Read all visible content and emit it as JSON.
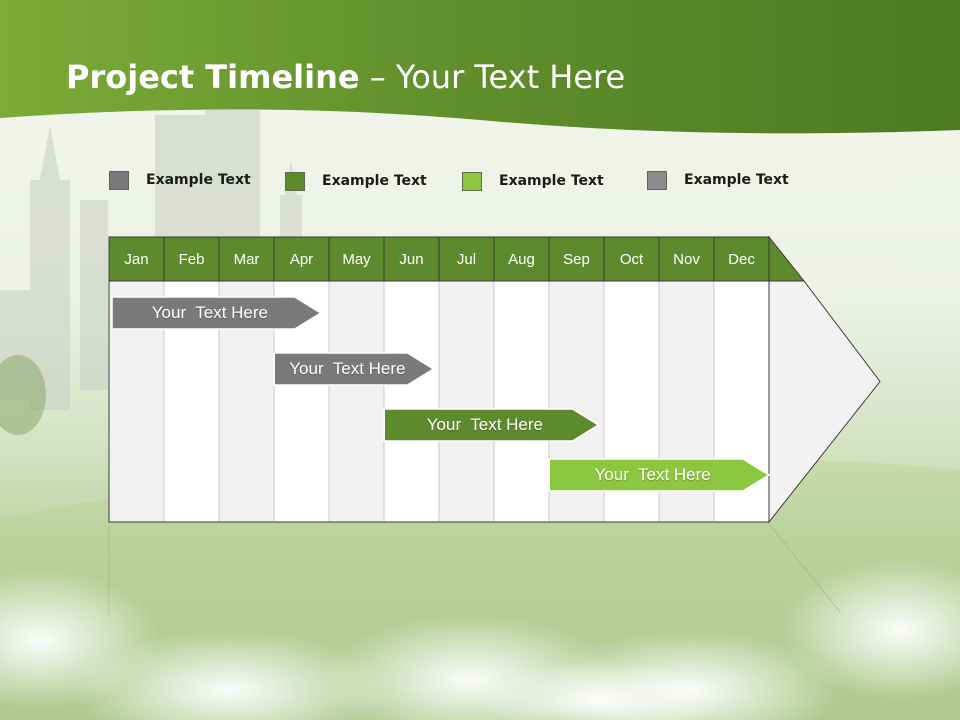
{
  "title": {
    "bold": "Project Timeline",
    "rest": " – Your Text Here"
  },
  "legend": [
    {
      "label": "Example Text",
      "color": "#7a7a7a"
    },
    {
      "label": "Example Text",
      "color": "#5e8a2e"
    },
    {
      "label": "Example Text",
      "color": "#8dc63f"
    },
    {
      "label": "Example Text",
      "color": "#8c8c8c"
    }
  ],
  "months": [
    "Jan",
    "Feb",
    "Mar",
    "Apr",
    "May",
    "Jun",
    "Jul",
    "Aug",
    "Sep",
    "Oct",
    "Nov",
    "Dec"
  ],
  "tasks": [
    {
      "label": "Your  Text Here",
      "color": "#7a7a7a",
      "start_month": 0,
      "end_month": 3.85
    },
    {
      "label": "Your  Text Here",
      "color": "#7a7a7a",
      "start_month": 2.95,
      "end_month": 5.9
    },
    {
      "label": "Your  Text Here",
      "color": "#5e8a2e",
      "start_month": 4.95,
      "end_month": 8.9
    },
    {
      "label": "Your  Text Here",
      "color": "#8dc63f",
      "start_month": 7.95,
      "end_month": 12.0
    }
  ],
  "colors": {
    "header_green": "#5e8a2e",
    "banner_green": "#5c8a2a"
  }
}
